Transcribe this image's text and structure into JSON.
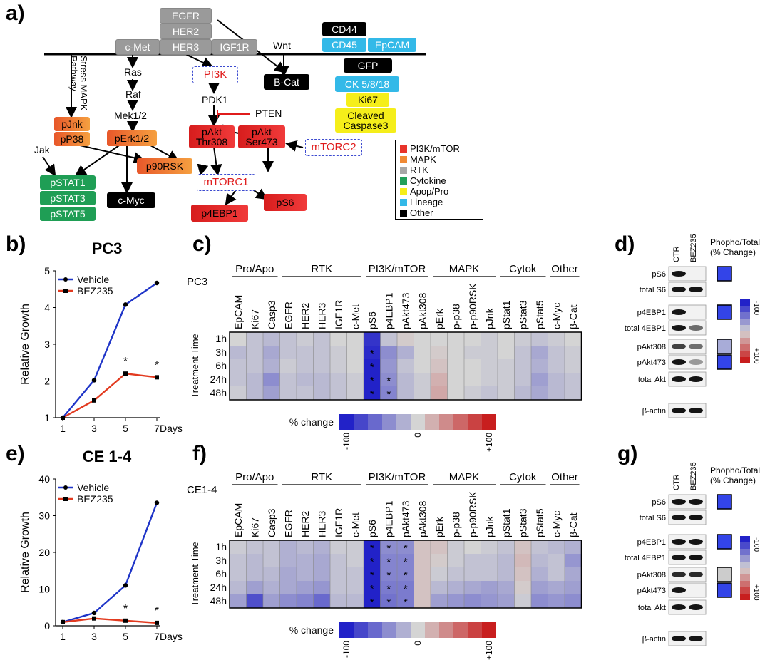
{
  "panel_labels": {
    "a": "a)",
    "b": "b)",
    "c": "c)",
    "d": "d)",
    "e": "e)",
    "f": "f)",
    "g": "g)"
  },
  "pathway": {
    "receptors": [
      "EGFR",
      "HER2",
      "HER3",
      "c-Met",
      "IGF1R"
    ],
    "wnt": "Wnt",
    "stress": "Stress MAPK\nPathway",
    "ras": "Ras",
    "raf": "Raf",
    "mek": "Mek1/2",
    "pi3k": "PI3K",
    "pdk1": "PDK1",
    "pten": "PTEN",
    "bcat": "B-Cat",
    "pjnk": "pJnk",
    "pp38": "pP38",
    "perk": "pErk1/2",
    "jak": "Jak",
    "pakt308": "pAkt\nThr308",
    "pakt473": "pAkt\nSer473",
    "mtorc2": "mTORC2",
    "p90rsk": "p90RSK",
    "mtorc1": "mTORC1",
    "pstat1": "pSTAT1",
    "pstat3": "pSTAT3",
    "pstat5": "pSTAT5",
    "cmyc": "c-Myc",
    "p4ebp1": "p4EBP1",
    "ps6": "pS6",
    "markers": {
      "cd44": "CD44",
      "cd45": "CD45",
      "epcam": "EpCAM",
      "gfp": "GFP",
      "ck": "CK 5/8/18",
      "ki67": "Ki67",
      "casp": "Cleaved\nCaspase3"
    },
    "legend": [
      {
        "label": "PI3K/mTOR",
        "color": "#e8332a"
      },
      {
        "label": "MAPK",
        "color": "#f08a35"
      },
      {
        "label": "RTK",
        "color": "#a8a8a8"
      },
      {
        "label": "Cytokine",
        "color": "#22a05a"
      },
      {
        "label": "Apop/Pro",
        "color": "#f5ee1a"
      },
      {
        "label": "Lineage",
        "color": "#33b9e8"
      },
      {
        "label": "Other",
        "color": "#000000"
      }
    ]
  },
  "chart_data": [
    {
      "type": "line",
      "title": "PC3",
      "ylabel": "Relative Growth",
      "xlabel": "Days",
      "x": [
        1,
        3,
        5,
        7
      ],
      "ylim": [
        1,
        5
      ],
      "yticks": [
        1,
        2,
        3,
        4,
        5
      ],
      "series": [
        {
          "name": "Vehicle",
          "color": "#1f35c8",
          "values": [
            1,
            2.02,
            4.08,
            4.67
          ]
        },
        {
          "name": "BEZ235",
          "color": "#e23a1f",
          "values": [
            1,
            1.47,
            2.2,
            2.1
          ]
        }
      ],
      "annotations": [
        "*",
        "*"
      ]
    },
    {
      "type": "line",
      "title": "CE 1-4",
      "ylabel": "Relative Growth",
      "xlabel": "Days",
      "x": [
        1,
        3,
        5,
        7
      ],
      "ylim": [
        0,
        40
      ],
      "yticks": [
        0,
        10,
        20,
        30,
        40
      ],
      "series": [
        {
          "name": "Vehicle",
          "color": "#1f35c8",
          "values": [
            1,
            3.5,
            11,
            33.5
          ]
        },
        {
          "name": "BEZ235",
          "color": "#e23a1f",
          "values": [
            1,
            2,
            1.4,
            0.8
          ]
        }
      ],
      "annotations": [
        "*",
        "*"
      ]
    },
    {
      "type": "heatmap",
      "title": "PC3",
      "ylabel": "Treatment Time",
      "rows": [
        "1h",
        "3h",
        "6h",
        "24h",
        "48h"
      ],
      "groups": [
        "Pro/Apo",
        "RTK",
        "PI3K/mTOR",
        "MAPK",
        "Cytok",
        "Other"
      ],
      "columns": [
        "EpCAM",
        "Ki67",
        "Casp3",
        "EGFR",
        "HER2",
        "HER3",
        "IGF1R",
        "c-Met",
        "pS6",
        "p4EBP1",
        "pAkt473",
        "pAkt308",
        "pErk",
        "p-p38",
        "p-p90RSK",
        "pJnk",
        "pStat1",
        "pStat3",
        "pStat5",
        "c-Myc",
        "β-Cat"
      ],
      "colorbar": {
        "label": "% change",
        "ticks": [
          "-100",
          "0",
          "+100"
        ]
      },
      "values": [
        [
          0,
          -10,
          -15,
          -10,
          -5,
          -10,
          0,
          0,
          -90,
          -10,
          5,
          0,
          0,
          0,
          0,
          -5,
          0,
          -5,
          -10,
          -5,
          0
        ],
        [
          -15,
          -10,
          -25,
          -10,
          -10,
          -10,
          -5,
          0,
          -95,
          -40,
          -20,
          0,
          5,
          0,
          -5,
          -5,
          0,
          -10,
          -25,
          -10,
          -5
        ],
        [
          -10,
          -10,
          -20,
          -5,
          -10,
          -10,
          -5,
          0,
          -100,
          -35,
          -10,
          0,
          10,
          0,
          0,
          -5,
          -5,
          -10,
          -20,
          -10,
          -5
        ],
        [
          -10,
          -15,
          -40,
          -10,
          -15,
          -15,
          -10,
          -5,
          -100,
          -40,
          -15,
          -5,
          20,
          0,
          0,
          -5,
          -5,
          -10,
          -30,
          -15,
          -10
        ],
        [
          -5,
          -15,
          -30,
          -10,
          -10,
          -15,
          -10,
          -5,
          -100,
          -45,
          -15,
          -5,
          25,
          0,
          -5,
          -10,
          -5,
          -15,
          -25,
          -15,
          -10
        ]
      ],
      "stars": [
        [
          1,
          8
        ],
        [
          2,
          8
        ],
        [
          3,
          8
        ],
        [
          4,
          8
        ],
        [
          3,
          9
        ],
        [
          4,
          9
        ]
      ]
    },
    {
      "type": "heatmap",
      "title": "CE1-4",
      "ylabel": "Treatment Time",
      "rows": [
        "1h",
        "3h",
        "6h",
        "24h",
        "48h"
      ],
      "groups": [
        "Pro/Apo",
        "RTK",
        "PI3K/mTOR",
        "MAPK",
        "Cytok",
        "Other"
      ],
      "columns": [
        "EpCAM",
        "Ki67",
        "Casp3",
        "EGFR",
        "HER2",
        "HER3",
        "IGF1R",
        "c-Met",
        "pS6",
        "p4EBP1",
        "pAkt473",
        "pAkt308",
        "pErk",
        "p-p38",
        "p-p90RSK",
        "pJnk",
        "pStat1",
        "pStat3",
        "pStat5",
        "c-Myc",
        "β-Cat"
      ],
      "colorbar": {
        "label": "% change",
        "ticks": [
          "-100",
          "0",
          "+100"
        ]
      },
      "values": [
        [
          -5,
          -10,
          -10,
          -20,
          -15,
          -20,
          -5,
          -5,
          -100,
          -40,
          -40,
          10,
          10,
          -5,
          0,
          -5,
          -10,
          10,
          -10,
          -15,
          -20
        ],
        [
          -10,
          -15,
          -10,
          -20,
          -20,
          -25,
          -10,
          -5,
          -100,
          -45,
          -45,
          10,
          5,
          -5,
          -10,
          -10,
          -15,
          15,
          -15,
          -10,
          -35
        ],
        [
          -10,
          -15,
          -15,
          -25,
          -20,
          -25,
          -10,
          -10,
          -100,
          -45,
          -45,
          10,
          -5,
          -10,
          -10,
          -10,
          -15,
          10,
          -20,
          -10,
          -25
        ],
        [
          -15,
          -30,
          -20,
          -25,
          -30,
          -35,
          -10,
          -10,
          -100,
          -50,
          -50,
          10,
          -15,
          -20,
          -25,
          -30,
          -25,
          5,
          -30,
          -25,
          -30
        ],
        [
          -30,
          -75,
          -30,
          -40,
          -45,
          -60,
          -15,
          -15,
          -100,
          -55,
          -50,
          10,
          -30,
          -35,
          -40,
          -35,
          -30,
          -5,
          -40,
          -35,
          -40
        ]
      ],
      "stars": [
        [
          0,
          8
        ],
        [
          1,
          8
        ],
        [
          2,
          8
        ],
        [
          3,
          8
        ],
        [
          4,
          8
        ],
        [
          0,
          9
        ],
        [
          1,
          9
        ],
        [
          2,
          9
        ],
        [
          3,
          9
        ],
        [
          4,
          9
        ],
        [
          0,
          10
        ],
        [
          1,
          10
        ],
        [
          2,
          10
        ],
        [
          3,
          10
        ],
        [
          4,
          10
        ]
      ]
    }
  ],
  "westerns": [
    {
      "cols": [
        "CTR",
        "BEZ235"
      ],
      "header": "Phopho/Total\n(% Change)",
      "rows": [
        "pS6",
        "total S6",
        "p4EBP1",
        "total 4EBP1",
        "pAkt308",
        "pAkt473",
        "total Akt",
        "β-actin"
      ],
      "boxes": [
        {
          "row": "pS6",
          "color": "#3344e8"
        },
        {
          "row": "p4EBP1",
          "color": "#3344e8"
        },
        {
          "row": "pAkt308",
          "color": "#a8acd8"
        },
        {
          "row": "pAkt473",
          "color": "#3344e8"
        }
      ],
      "colorbar": {
        "top": "-100",
        "bottom": "+100"
      }
    },
    {
      "cols": [
        "CTR",
        "BEZ235"
      ],
      "header": "Phopho/Total\n(% Change)",
      "rows": [
        "pS6",
        "total S6",
        "p4EBP1",
        "total 4EBP1",
        "pAkt308",
        "pAkt473",
        "total Akt",
        "β-actin"
      ],
      "boxes": [
        {
          "row": "pS6",
          "color": "#3344e8"
        },
        {
          "row": "p4EBP1",
          "color": "#3344e8"
        },
        {
          "row": "pAkt308",
          "color": "#cccccc"
        },
        {
          "row": "pAkt473",
          "color": "#3344e8"
        }
      ],
      "colorbar": {
        "top": "-100",
        "bottom": "+100"
      }
    }
  ]
}
